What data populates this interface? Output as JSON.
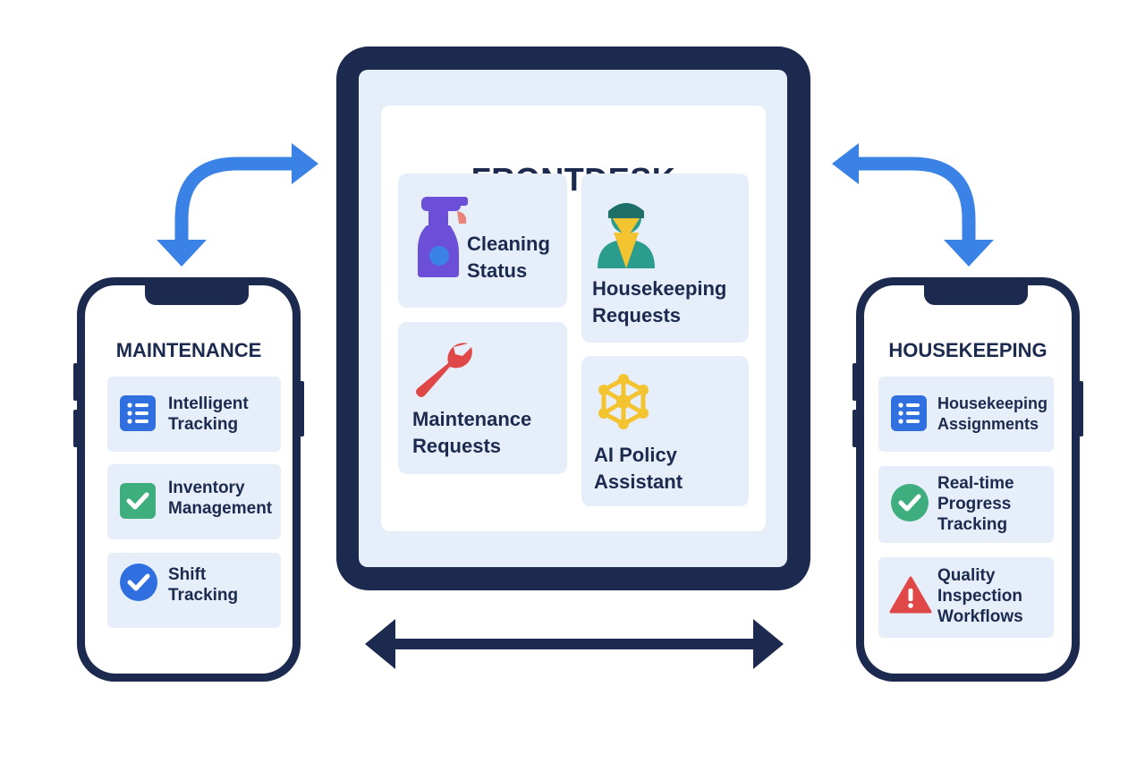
{
  "frontdesk": {
    "title": "FRONTDESK",
    "tiles": [
      {
        "label_lines": [
          "Cleaning",
          "Status"
        ],
        "icon": "spray-bottle-icon"
      },
      {
        "label_lines": [
          "Housekeeping",
          "Requests"
        ],
        "icon": "housekeeper-icon"
      },
      {
        "label_lines": [
          "Maintenance",
          "Requests"
        ],
        "icon": "wrench-icon"
      },
      {
        "label_lines": [
          "AI Policy",
          "Assistant"
        ],
        "icon": "network-icon"
      }
    ]
  },
  "maintenance": {
    "title": "MAINTENANCE",
    "items": [
      {
        "label_lines": [
          "Intelligent",
          "Tracking"
        ],
        "icon": "list-icon"
      },
      {
        "label_lines": [
          "Inventory",
          "Management"
        ],
        "icon": "check-square-icon"
      },
      {
        "label_lines": [
          "Shift",
          "Tracking"
        ],
        "icon": "check-circle-icon"
      }
    ]
  },
  "housekeeping": {
    "title": "HOUSEKEEPING",
    "items": [
      {
        "label_lines": [
          "Housekeeping",
          "Assignments"
        ],
        "icon": "list-icon"
      },
      {
        "label_lines": [
          "Real-time",
          "Progress",
          "Tracking"
        ],
        "icon": "check-circle-icon"
      },
      {
        "label_lines": [
          "Quality",
          "Inspection",
          "Workflows"
        ],
        "icon": "warning-icon"
      }
    ]
  },
  "colors": {
    "navy": "#1b2a4e",
    "arrow_blue": "#3b82e6",
    "tile_bg": "#e6eef9",
    "purple": "#6b4fd8",
    "red": "#e04848",
    "green": "#3fae7f",
    "blue": "#2f6fe0",
    "yellow": "#f4c430",
    "teal": "#2a9d8f"
  }
}
